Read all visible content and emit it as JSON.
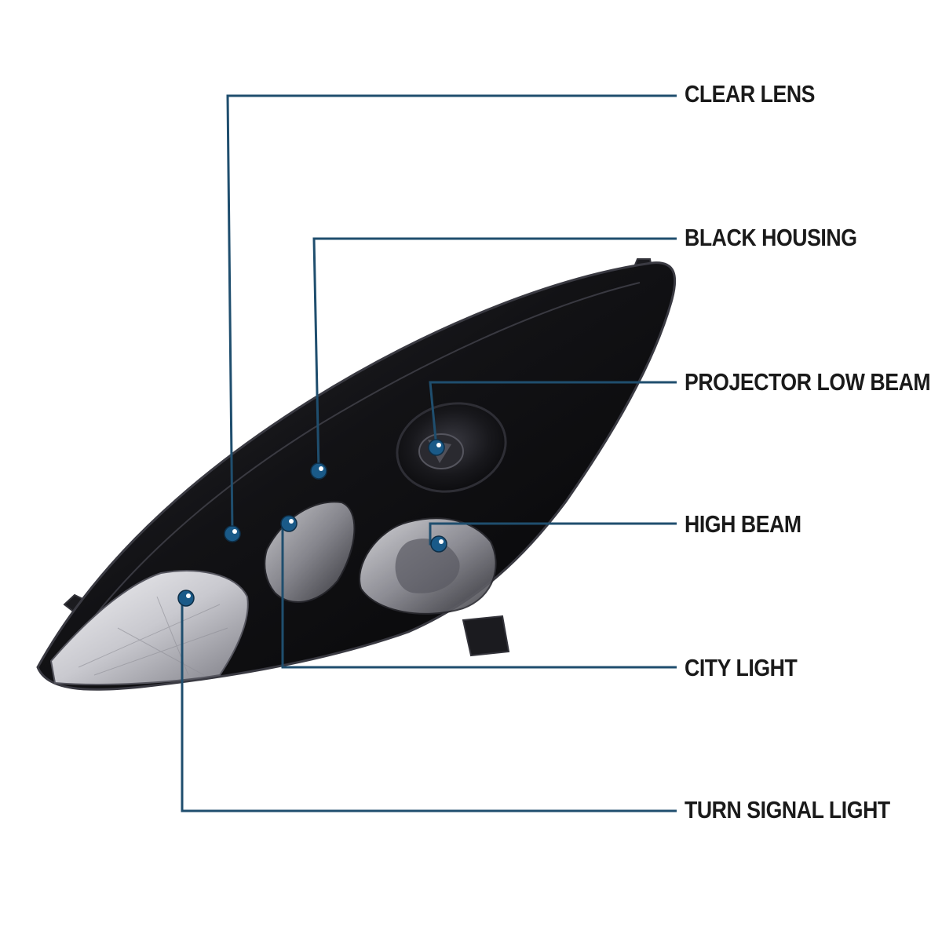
{
  "colors": {
    "leader_line": "#1f4e6e",
    "marker_fill": "#1a5a88",
    "marker_ring": "#ffffff",
    "housing": "#111114",
    "housing_edge": "#2a2a30",
    "label_text": "#1a1a1a"
  },
  "callouts": [
    {
      "id": "clear-lens",
      "label": "CLEAR LENS"
    },
    {
      "id": "black-housing",
      "label": "BLACK HOUSING"
    },
    {
      "id": "projector-low-beam",
      "label": "PROJECTOR LOW BEAM"
    },
    {
      "id": "high-beam",
      "label": "HIGH BEAM"
    },
    {
      "id": "city-light",
      "label": "CITY LIGHT"
    },
    {
      "id": "turn-signal-light",
      "label": "TURN SIGNAL LIGHT"
    }
  ]
}
